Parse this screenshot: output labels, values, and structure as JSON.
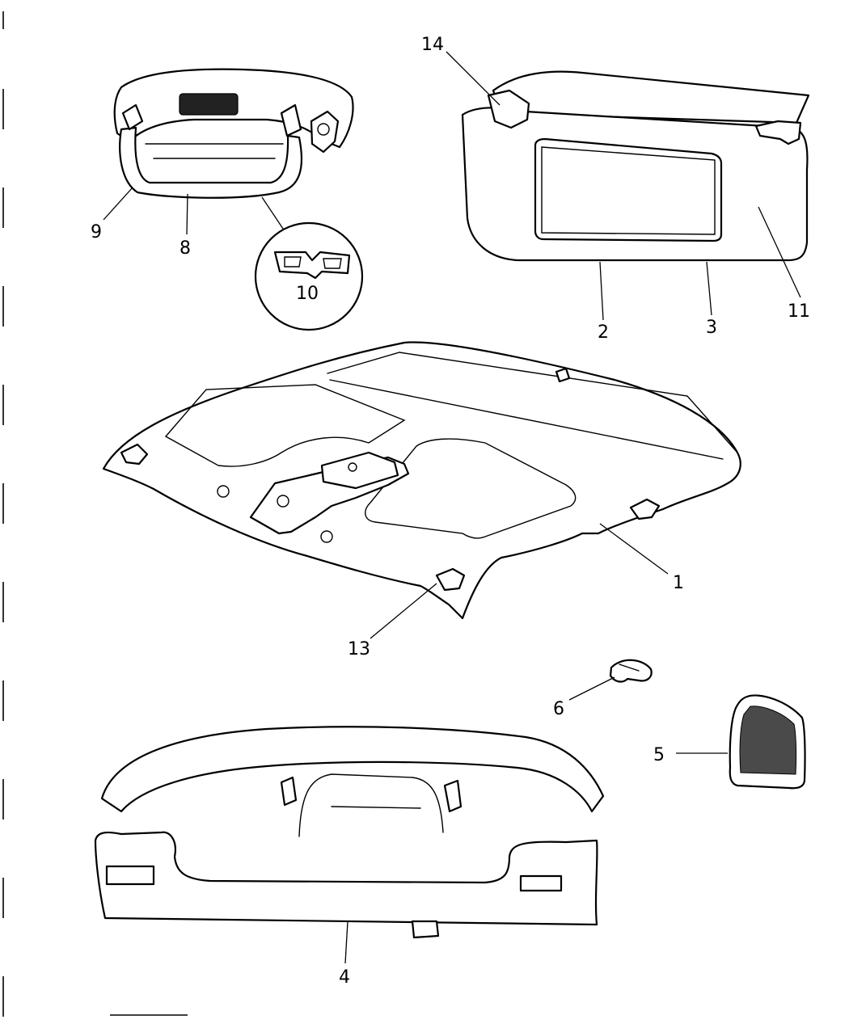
{
  "callouts": {
    "c1": "1",
    "c2": "2",
    "c3": "3",
    "c4": "4",
    "c5": "5",
    "c6": "6",
    "c8": "8",
    "c9": "9",
    "c10": "10",
    "c11": "11",
    "c13": "13",
    "c14": "14"
  }
}
